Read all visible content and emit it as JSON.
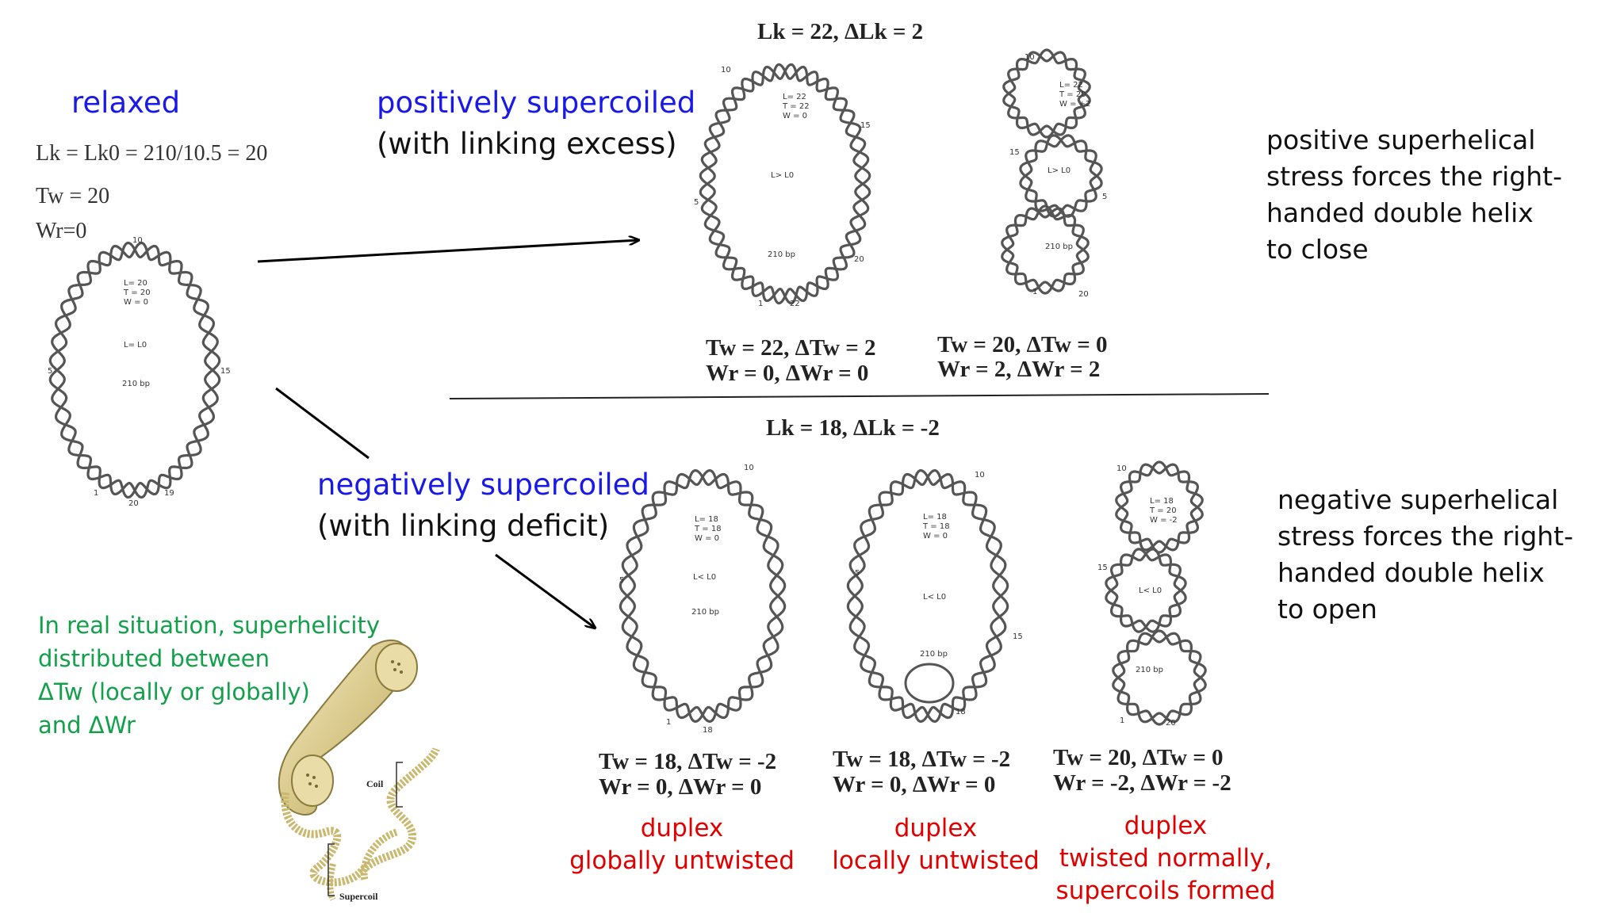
{
  "relaxed": {
    "heading": "relaxed",
    "lk": "Lk = Lk0 = 210/10.5 = 20",
    "tw": "Tw = 20",
    "wr": "Wr=0",
    "circle": {
      "top": "10",
      "left": "5",
      "right": "15",
      "bottom_left": "1",
      "bottom_right": "19",
      "bottom": "20",
      "inner_lines": [
        "L= 20",
        "T = 20",
        "W = 0"
      ],
      "center": "L= L0",
      "bp": "210 bp"
    }
  },
  "positive": {
    "heading": "positively supercoiled",
    "subheading": "(with linking excess)",
    "lk": "Lk = 22, ΔLk = 2",
    "description": [
      "positive superhelical",
      "stress forces the right-",
      "handed double helix",
      "to close"
    ],
    "molecule_a": {
      "tw": "Tw = 22, ΔTw = 2",
      "wr": "Wr = 0, ΔWr = 0",
      "labels": {
        "top": "10",
        "left": "5",
        "right": "15",
        "bottom_left": "1",
        "bottom": "22",
        "bottom_right": "20"
      },
      "inner_lines": [
        "L= 22",
        "T = 22",
        "W = 0"
      ],
      "center": "L> L0",
      "bp": "210 bp"
    },
    "molecule_b": {
      "tw": "Tw = 20, ΔTw = 0",
      "wr": "Wr = 2, ΔWr = 2",
      "labels": {
        "top": "10",
        "left": "15",
        "right": "5",
        "bottom_left": "1",
        "bottom": "20"
      },
      "inner_lines": [
        "L= 22",
        "T = 20",
        "W = +2"
      ],
      "center": "L> L0",
      "bp": "210 bp"
    }
  },
  "negative": {
    "heading": "negatively supercoiled",
    "subheading": "(with linking deficit)",
    "lk": "Lk = 18, ΔLk = -2",
    "description": [
      "negative superhelical",
      "stress forces the right-",
      "handed double helix",
      "to open"
    ],
    "molecule_a": {
      "tw": "Tw = 18, ΔTw = -2",
      "wr": "Wr = 0, ΔWr = 0",
      "caption": [
        "duplex",
        "globally untwisted"
      ],
      "labels": {
        "top": "10",
        "left": "5",
        "bottom_left": "1",
        "bottom": "18"
      },
      "inner_lines": [
        "L= 18",
        "T = 18",
        "W = 0"
      ],
      "center": "L< L0",
      "bp": "210 bp"
    },
    "molecule_b": {
      "tw": "Tw = 18, ΔTw = -2",
      "wr": "Wr = 0, ΔWr = 0",
      "caption": [
        "duplex",
        "locally untwisted"
      ],
      "labels": {
        "top": "10",
        "left": "5",
        "right": "15",
        "bottom": "18"
      },
      "inner_lines": [
        "L= 18",
        "T = 18",
        "W = 0"
      ],
      "center": "L< L0",
      "bp": "210 bp"
    },
    "molecule_c": {
      "tw": "Tw = 20, ΔTw = 0",
      "wr": "Wr = -2, ΔWr = -2",
      "caption": [
        "duplex",
        "twisted normally,",
        "supercoils formed"
      ],
      "labels": {
        "top": "10",
        "left": "15",
        "bottom_left": "1",
        "bottom": "20"
      },
      "inner_lines": [
        "L= 18",
        "T = 20",
        "W = -2"
      ],
      "center": "L< L0",
      "bp": "210 bp"
    }
  },
  "real_situation": [
    "In real situation, superhelicity",
    "distributed between",
    "ΔTw (locally or globally)",
    "and ΔWr"
  ],
  "phone": {
    "coil_label": "Coil",
    "supercoil_label": "Supercoil"
  },
  "colors": {
    "heading_blue": "#1a1ae6",
    "caption_red": "#e00000",
    "note_green": "#12a04a",
    "helix": "#555555"
  }
}
